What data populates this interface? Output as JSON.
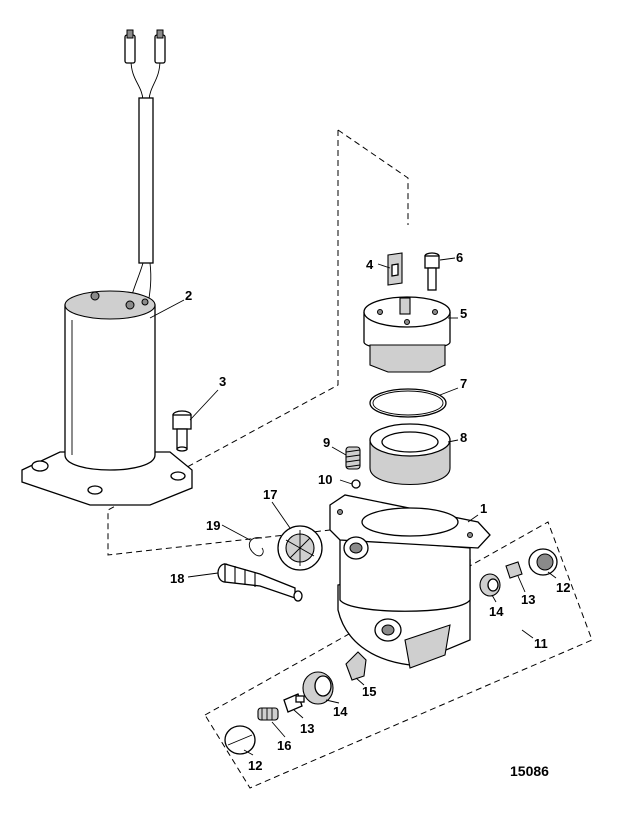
{
  "diagram": {
    "figure_number": "15086",
    "callouts": [
      {
        "id": "c1",
        "label": "1"
      },
      {
        "id": "c2",
        "label": "2"
      },
      {
        "id": "c3",
        "label": "3"
      },
      {
        "id": "c4",
        "label": "4"
      },
      {
        "id": "c5",
        "label": "5"
      },
      {
        "id": "c6",
        "label": "6"
      },
      {
        "id": "c7",
        "label": "7"
      },
      {
        "id": "c8",
        "label": "8"
      },
      {
        "id": "c9",
        "label": "9"
      },
      {
        "id": "c10",
        "label": "10"
      },
      {
        "id": "c11",
        "label": "11"
      },
      {
        "id": "c12a",
        "label": "12"
      },
      {
        "id": "c12b",
        "label": "12"
      },
      {
        "id": "c13a",
        "label": "13"
      },
      {
        "id": "c13b",
        "label": "13"
      },
      {
        "id": "c14a",
        "label": "14"
      },
      {
        "id": "c14b",
        "label": "14"
      },
      {
        "id": "c15",
        "label": "15"
      },
      {
        "id": "c16",
        "label": "16"
      },
      {
        "id": "c17",
        "label": "17"
      },
      {
        "id": "c18",
        "label": "18"
      },
      {
        "id": "c19",
        "label": "19"
      }
    ]
  }
}
